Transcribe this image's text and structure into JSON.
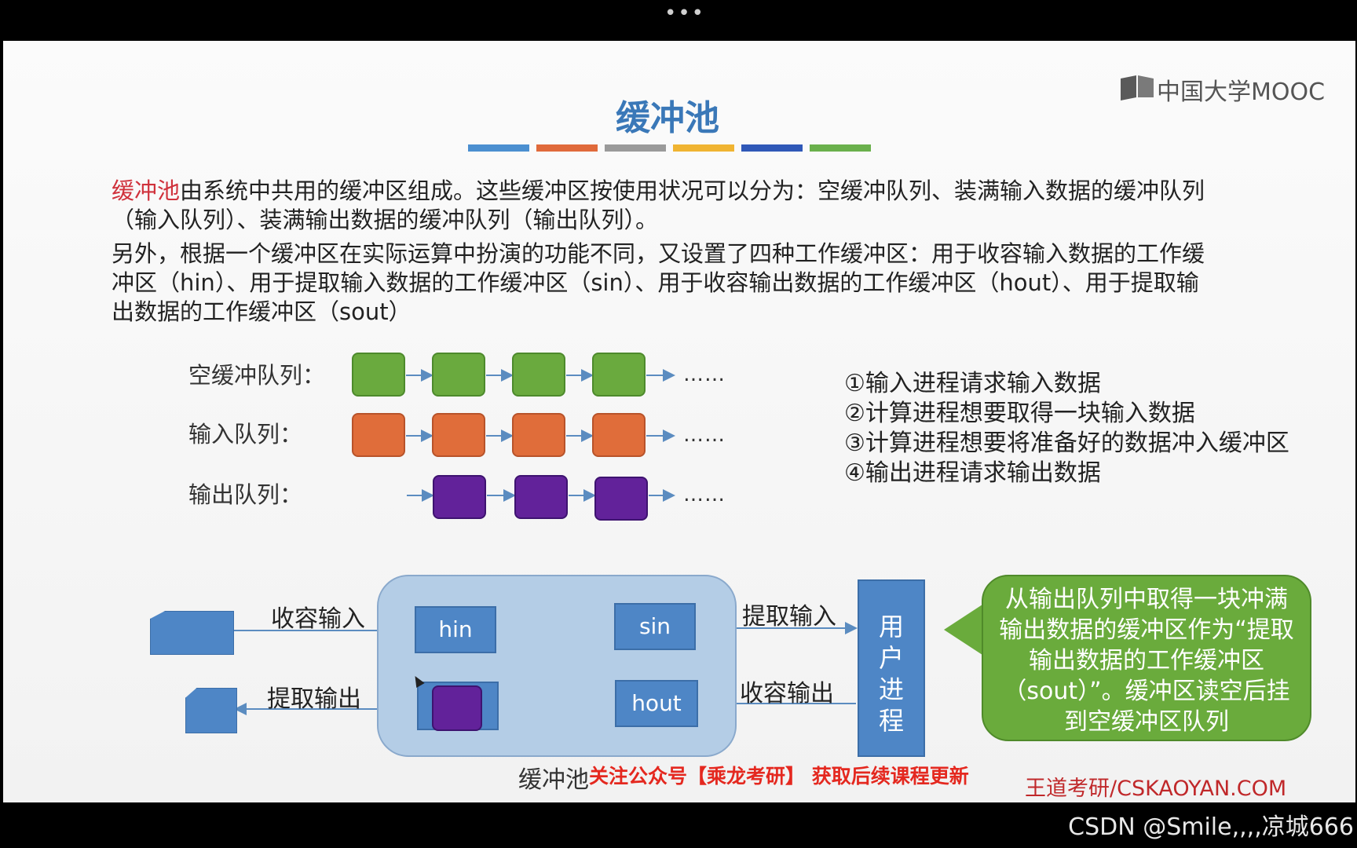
{
  "viewer": {
    "menu_dots": "•••",
    "watermark": "CSDN @Smile,,,,凉城666"
  },
  "logo": {
    "text": "中国大学MOOC"
  },
  "slide": {
    "title": "缓冲池",
    "stripe_colors": [
      "#4b8fd0",
      "#e06a3b",
      "#9a9a9a",
      "#f0b432",
      "#2f58b8",
      "#6ab04c"
    ],
    "para1_highlight": "缓冲池",
    "para1_rest": "由系统中共用的缓冲区组成。这些缓冲区按使用状况可以分为：空缓冲队列、装满输入数据的缓冲队列（输入队列）、装满输出数据的缓冲队列（输出队列）。",
    "para2": "另外，根据一个缓冲区在实际运算中扮演的功能不同，又设置了四种工作缓冲区：用于收容输入数据的工作缓冲区（hin）、用于提取输入数据的工作缓冲区（sin）、用于收容输出数据的工作缓冲区（hout）、用于提取输出数据的工作缓冲区（sout）",
    "queues": {
      "empty_label": "空缓冲队列：",
      "input_label": "输入队列：",
      "output_label": "输出队列：",
      "ellipsis": "……"
    },
    "steps": [
      "①输入进程请求输入数据",
      "②计算进程想要取得一块输入数据",
      "③计算进程想要将准备好的数据冲入缓冲区",
      "④输出进程请求输出数据"
    ],
    "diagram": {
      "hin": "hin",
      "sin": "sin",
      "hout": "hout",
      "collect_input": "收容输入",
      "fetch_output": "提取输出",
      "fetch_input": "提取输入",
      "collect_output": "收容输出",
      "process_chars": [
        "用",
        "户",
        "进",
        "程"
      ],
      "callout": "从输出队列中取得一块冲满输出数据的缓冲区作为“提取输出数据的工作缓冲区（sout）”。缓冲区读空后挂到空缓冲区队列",
      "pool_caption": "缓冲池"
    },
    "promo": "关注公众号【乘龙考研】 获取后续课程更新",
    "footer": "王道考研/CSKAOYAN.COM"
  }
}
